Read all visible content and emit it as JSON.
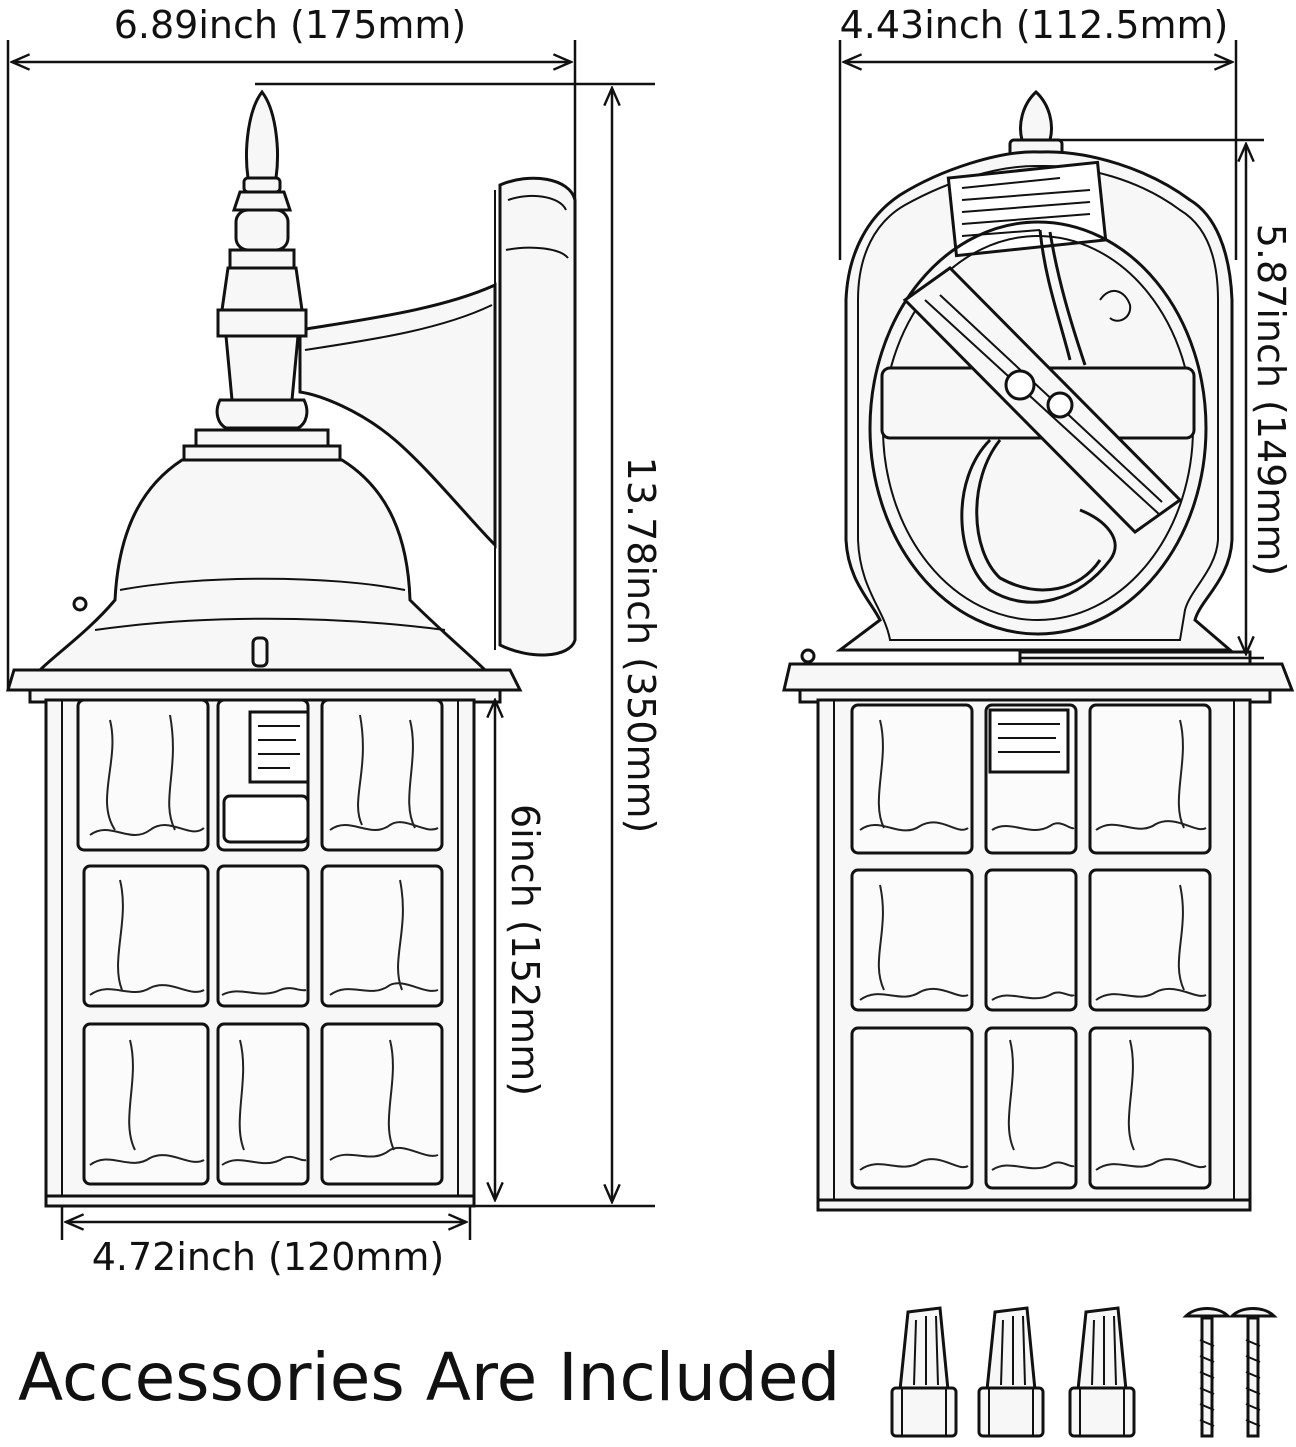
{
  "dimensions": {
    "side_overall_width": "6.89inch (175mm)",
    "overall_height": "13.78inch (350mm)",
    "lantern_height": "6inch (152mm)",
    "lantern_width": "4.72inch (120mm)",
    "backplate_width": "4.43inch (112.5mm)",
    "backplate_height": "5.87inch (149mm)"
  },
  "accessories": {
    "caption": "Accessories Are Included",
    "wire_nuts_count": 3,
    "screws_count": 2
  },
  "icons": [
    "wall-lantern-side-view",
    "wall-lantern-back-view",
    "wire-nut-icon",
    "mounting-screw-icon"
  ]
}
